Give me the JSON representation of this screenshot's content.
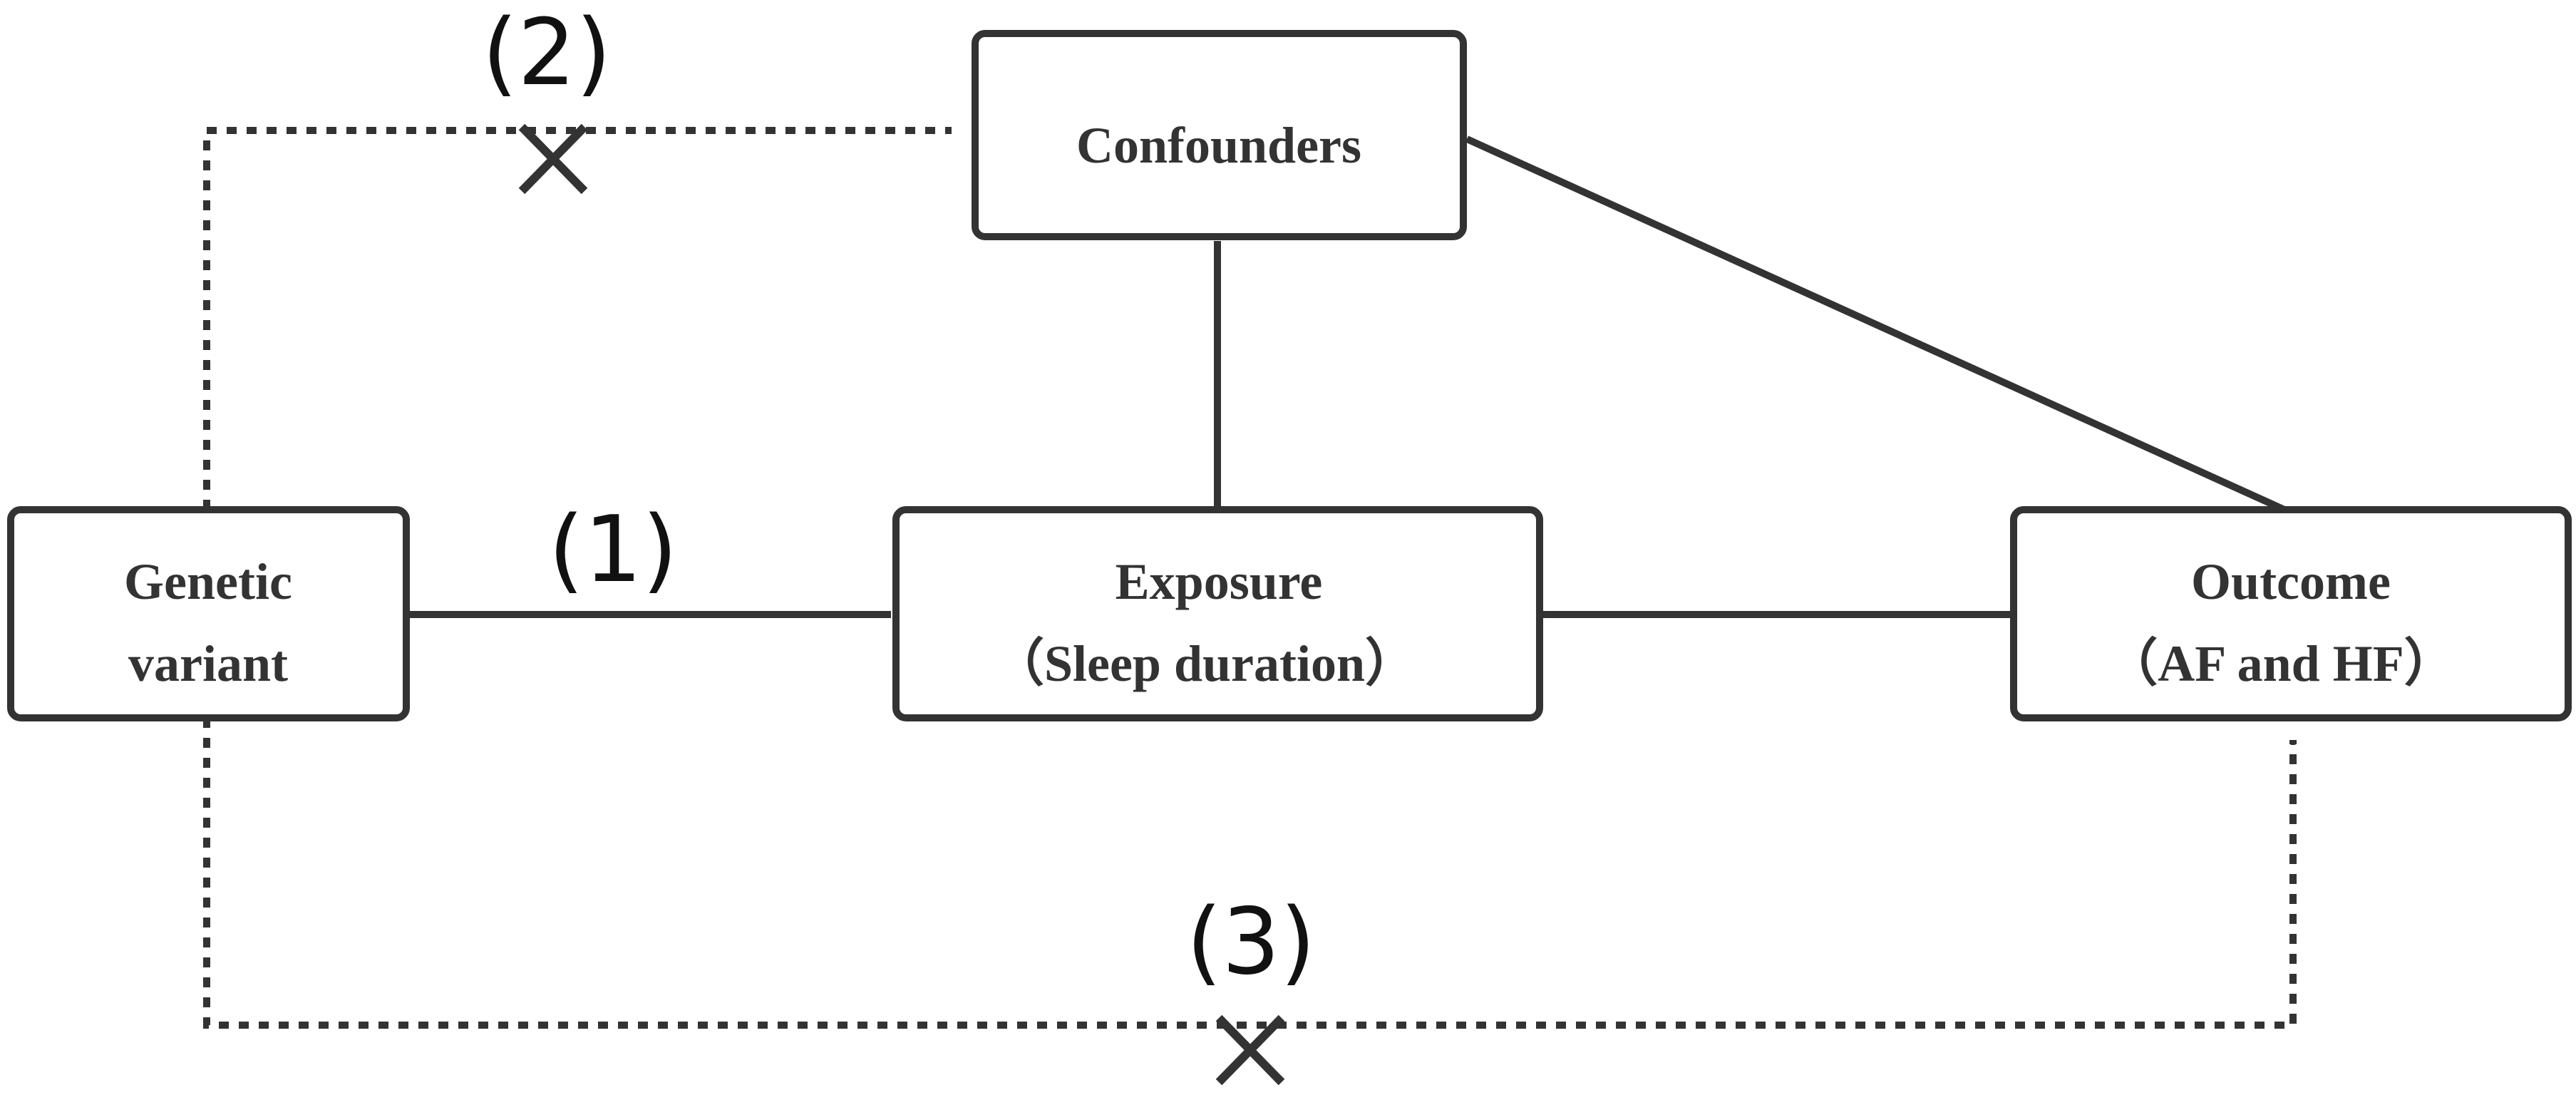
{
  "nodes": {
    "genetic": {
      "line1": "Genetic",
      "line2": "variant"
    },
    "confounders": {
      "line1": "Confounders"
    },
    "exposure": {
      "line1": "Exposure",
      "line2": "（Sleep duration）"
    },
    "outcome": {
      "line1": "Outcome",
      "line2": "（AF and HF）"
    }
  },
  "edge_labels": {
    "path1": "(1)",
    "path2": "(2)",
    "path3": "(3)"
  },
  "colors": {
    "stroke": "#333333",
    "text": "#333333",
    "label": "#111111",
    "background": "#ffffff"
  }
}
